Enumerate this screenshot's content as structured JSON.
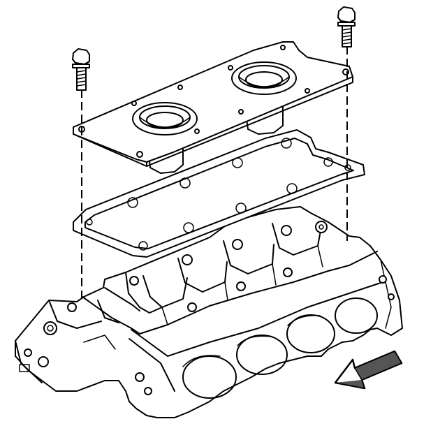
{
  "figure": {
    "parts": [
      {
        "name": "bolt",
        "icon": "bolt-icon"
      },
      {
        "name": "cover",
        "icon": "valley-cover-icon"
      },
      {
        "name": "gasket",
        "icon": "gasket-icon"
      },
      {
        "name": "engine-block",
        "icon": "engine-block-icon"
      },
      {
        "name": "front-arrow",
        "icon": "direction-arrow-icon"
      }
    ],
    "colors": {
      "line": "#000000",
      "background": "#ffffff",
      "arrow_fill": "#555555"
    }
  }
}
